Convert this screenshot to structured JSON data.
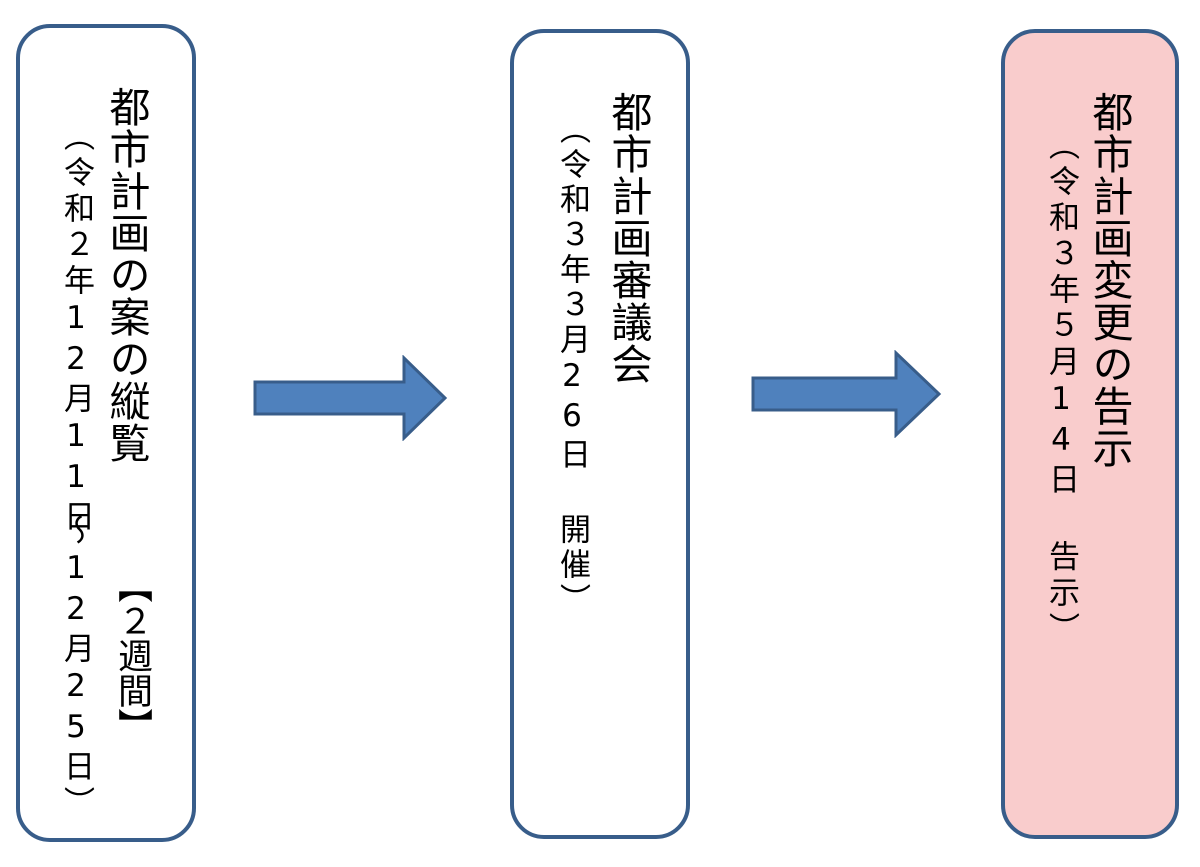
{
  "steps": [
    {
      "title": "都市計画の案の縦覧",
      "note_line1": "（令和２年12月11日",
      "note_line2": "～12月25日）",
      "emphasis": "【２週間】"
    },
    {
      "title": "都市計画審議会",
      "note": "（令和３年３月26日 開催）"
    },
    {
      "title": "都市計画変更の告示",
      "note": "（令和３年５月14日 告示）"
    }
  ],
  "colors": {
    "border": "#385d8a",
    "arrow_fill": "#4f81bd",
    "arrow_stroke": "#385d8a",
    "highlight_fill": "#f9cccc",
    "background": "#ffffff"
  },
  "icons": [
    "right-arrow-icon",
    "right-arrow-icon"
  ]
}
